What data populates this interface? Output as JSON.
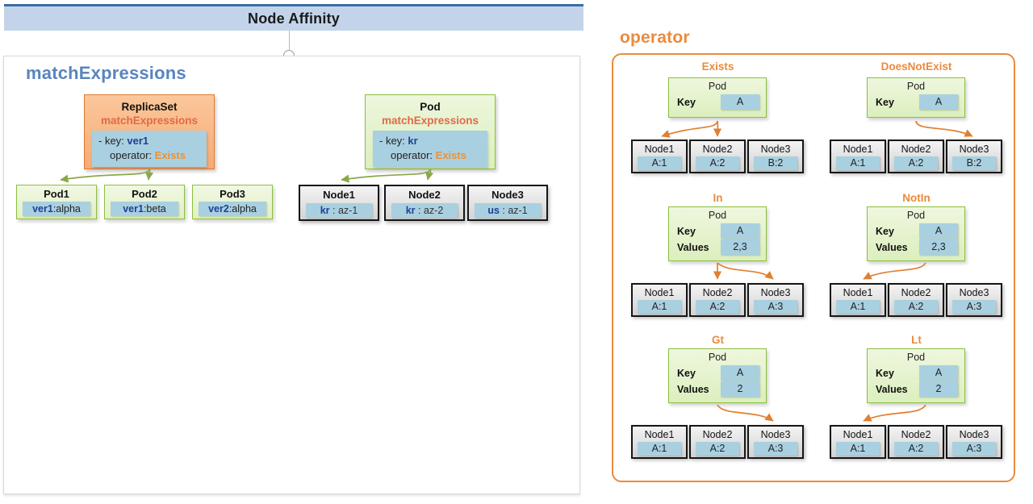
{
  "header": {
    "title": "Node Affinity"
  },
  "left_panel": {
    "section_title": "matchExpressions",
    "replicaset": {
      "title": "ReplicaSet",
      "subtitle": "matchExpressions",
      "line1_prefix": "- key: ",
      "line1_key": "ver1",
      "line2_prefix": "operator: ",
      "line2_value": "Exists"
    },
    "pod_spec": {
      "title": "Pod",
      "subtitle": "matchExpressions",
      "line1_prefix": "- key: ",
      "line1_key": "kr",
      "line2_prefix": "operator: ",
      "line2_value": "Exists"
    },
    "pods": [
      {
        "name": "Pod1",
        "key": "ver1",
        "value": ":alpha"
      },
      {
        "name": "Pod2",
        "key": "ver1",
        "value": ":beta"
      },
      {
        "name": "Pod3",
        "key": "ver2",
        "value": ":alpha"
      }
    ],
    "nodes": [
      {
        "name": "Node1",
        "key": "kr",
        "value": " : az-1"
      },
      {
        "name": "Node2",
        "key": "kr",
        "value": " : az-2"
      },
      {
        "name": "Node3",
        "key": "us",
        "value": " : az-1"
      }
    ]
  },
  "right_panel": {
    "title": "operator",
    "groups": [
      {
        "label": "Exists",
        "pod_title": "Pod",
        "rows": [
          {
            "label": "Key",
            "chip": "A"
          }
        ],
        "nodes": [
          {
            "name": "Node1",
            "value": "A:1"
          },
          {
            "name": "Node2",
            "value": "A:2"
          },
          {
            "name": "Node3",
            "value": "B:2"
          }
        ]
      },
      {
        "label": "DoesNotExist",
        "pod_title": "Pod",
        "rows": [
          {
            "label": "Key",
            "chip": "A"
          }
        ],
        "nodes": [
          {
            "name": "Node1",
            "value": "A:1"
          },
          {
            "name": "Node2",
            "value": "A:2"
          },
          {
            "name": "Node3",
            "value": "B:2"
          }
        ]
      },
      {
        "label": "In",
        "pod_title": "Pod",
        "rows": [
          {
            "label": "Key",
            "chip": "A"
          },
          {
            "label": "Values",
            "chip": "2,3"
          }
        ],
        "nodes": [
          {
            "name": "Node1",
            "value": "A:1"
          },
          {
            "name": "Node2",
            "value": "A:2"
          },
          {
            "name": "Node3",
            "value": "A:3"
          }
        ]
      },
      {
        "label": "NotIn",
        "pod_title": "Pod",
        "rows": [
          {
            "label": "Key",
            "chip": "A"
          },
          {
            "label": "Values",
            "chip": "2,3"
          }
        ],
        "nodes": [
          {
            "name": "Node1",
            "value": "A:1"
          },
          {
            "name": "Node2",
            "value": "A:2"
          },
          {
            "name": "Node3",
            "value": "A:3"
          }
        ]
      },
      {
        "label": "Gt",
        "pod_title": "Pod",
        "rows": [
          {
            "label": "Key",
            "chip": "A"
          },
          {
            "label": "Values",
            "chip": "2"
          }
        ],
        "nodes": [
          {
            "name": "Node1",
            "value": "A:1"
          },
          {
            "name": "Node2",
            "value": "A:2"
          },
          {
            "name": "Node3",
            "value": "A:3"
          }
        ]
      },
      {
        "label": "Lt",
        "pod_title": "Pod",
        "rows": [
          {
            "label": "Key",
            "chip": "A"
          },
          {
            "label": "Values",
            "chip": "2"
          }
        ],
        "nodes": [
          {
            "name": "Node1",
            "value": "A:1"
          },
          {
            "name": "Node2",
            "value": "A:2"
          },
          {
            "name": "Node3",
            "value": "A:3"
          }
        ]
      }
    ]
  },
  "colors": {
    "header_bg": "#c3d4ea",
    "header_rule": "#3a6ea5",
    "section_title": "#5a84bd",
    "accent_orange": "#ea8b3c",
    "green_border": "#8cbf3f",
    "chip_blue": "#a9d0e0",
    "arrow_green": "#8aa84a",
    "arrow_orange": "#e08030"
  }
}
